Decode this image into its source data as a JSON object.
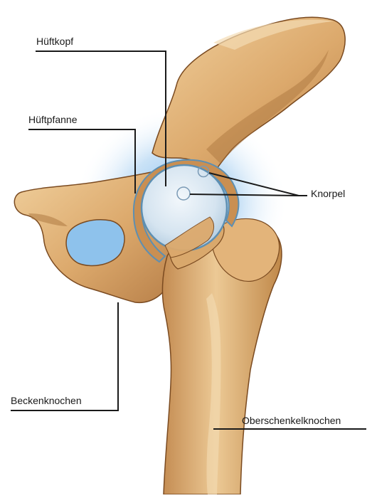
{
  "labels": {
    "femoral_head": "Hüftkopf",
    "acetabulum": "Hüftpfanne",
    "cartilage": "Knorpel",
    "pelvic_bone": "Beckenknochen",
    "femur": "Oberschenkelknochen"
  },
  "colors": {
    "bone_fill": "#d9a86c",
    "bone_light": "#ecc995",
    "bone_shadow": "#a9733c",
    "bone_outline": "#7a4a20",
    "cartilage_fill": "#d7e6f2",
    "cartilage_outline": "#5d8fb2",
    "glow": "#7fb8e6",
    "leader_line": "#1a1a1a"
  }
}
